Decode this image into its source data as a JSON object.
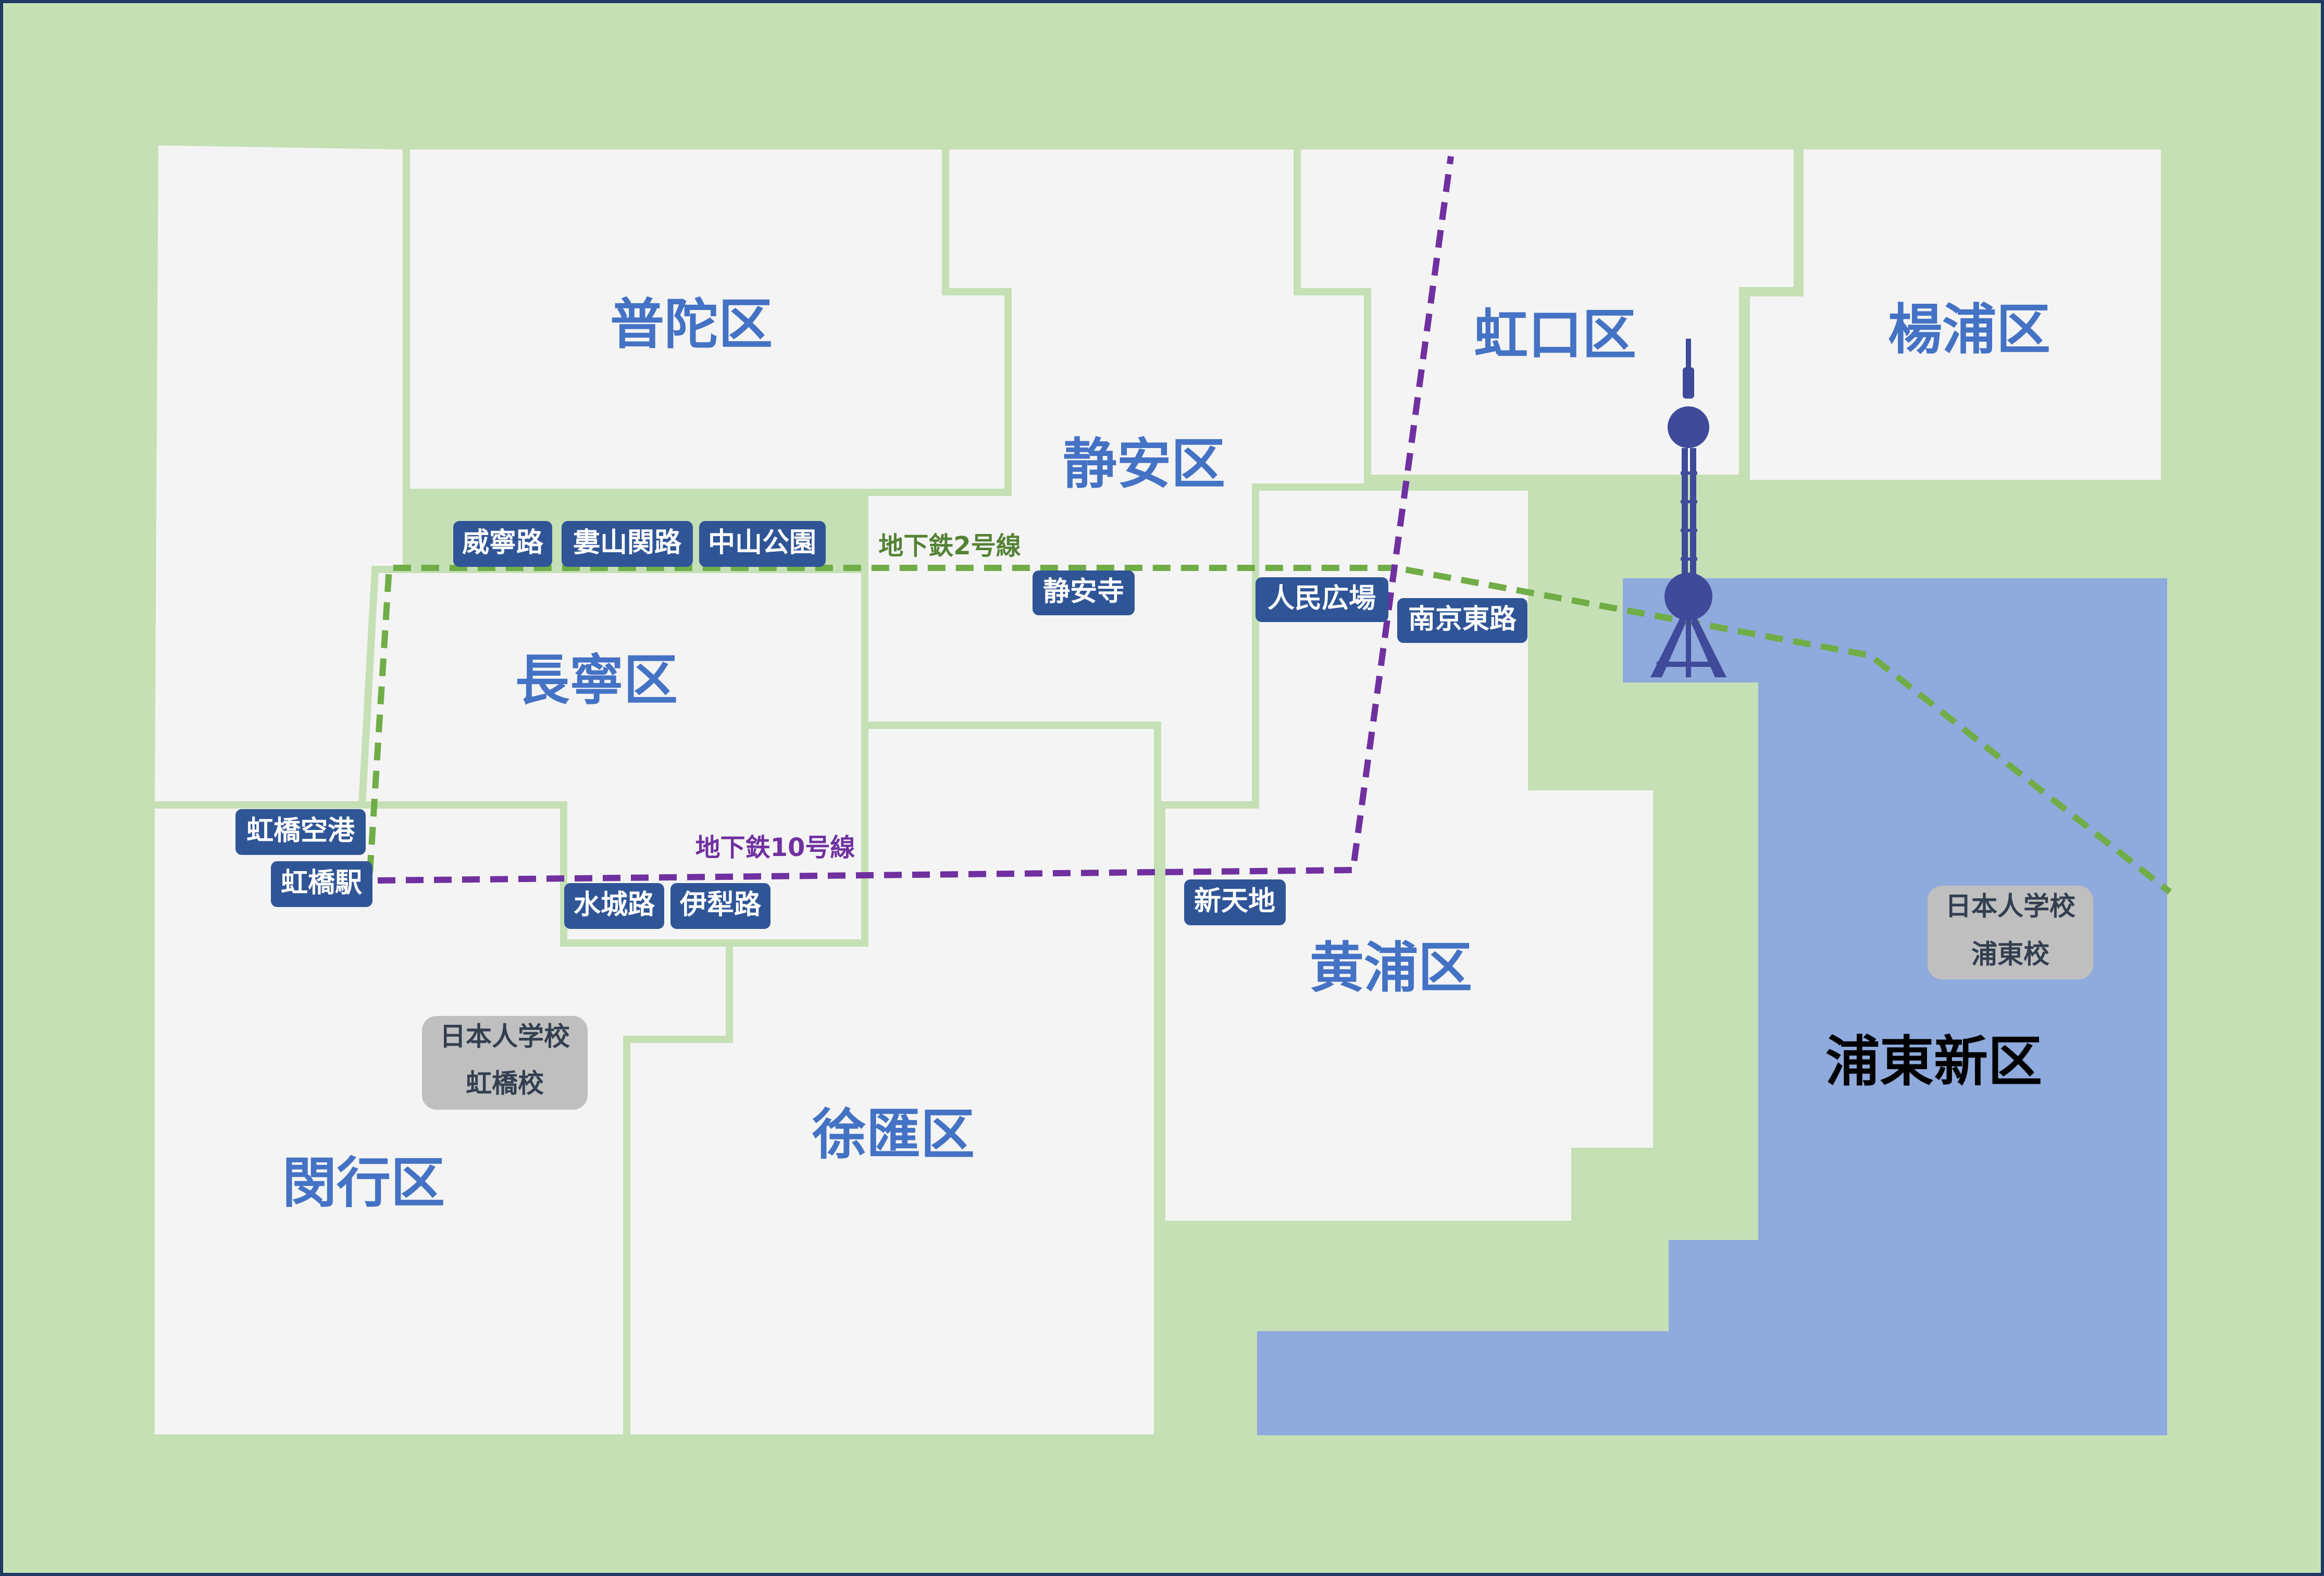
{
  "colors": {
    "background": "#c5e0b4",
    "district_fill": "#f4f4f4",
    "district_border": "#c5e0b4",
    "pudong_fill": "#8faadc",
    "district_label": "#4472c4",
    "station_badge": "#2f5597",
    "station_text": "#ffffff",
    "school_badge": "#bfbfbf",
    "school_text": "#333f50",
    "line2": "#70ad47",
    "line10": "#7030a0",
    "tower": "#3f4a9a",
    "frame": "#1f3864"
  },
  "districts": {
    "putuo": "普陀区",
    "jingan": "静安区",
    "hongkou": "虹口区",
    "yangpu": "楊浦区",
    "changning": "長寧区",
    "huangpu": "黄浦区",
    "xuhui": "徐匯区",
    "minhang": "閔行区",
    "pudong": "浦東新区"
  },
  "lines": {
    "line2": "地下鉄2号線",
    "line10": "地下鉄10号線"
  },
  "stations": {
    "weining": "威寧路",
    "loushanguan": "婁山関路",
    "zhongshan": "中山公園",
    "jingansi": "静安寺",
    "renmin": "人民広場",
    "nanjing": "南京東路",
    "hongqiao_airport": "虹橋空港",
    "hongqiao_station": "虹橋駅",
    "shuicheng": "水城路",
    "yili": "伊犁路",
    "xintiandi": "新天地"
  },
  "schools": {
    "hongqiao": {
      "line1": "日本人学校",
      "line2": "虹橋校"
    },
    "pudong": {
      "line1": "日本人学校",
      "line2": "浦東校"
    }
  },
  "icons": {
    "tower": "oriental-pearl-tower-icon"
  }
}
